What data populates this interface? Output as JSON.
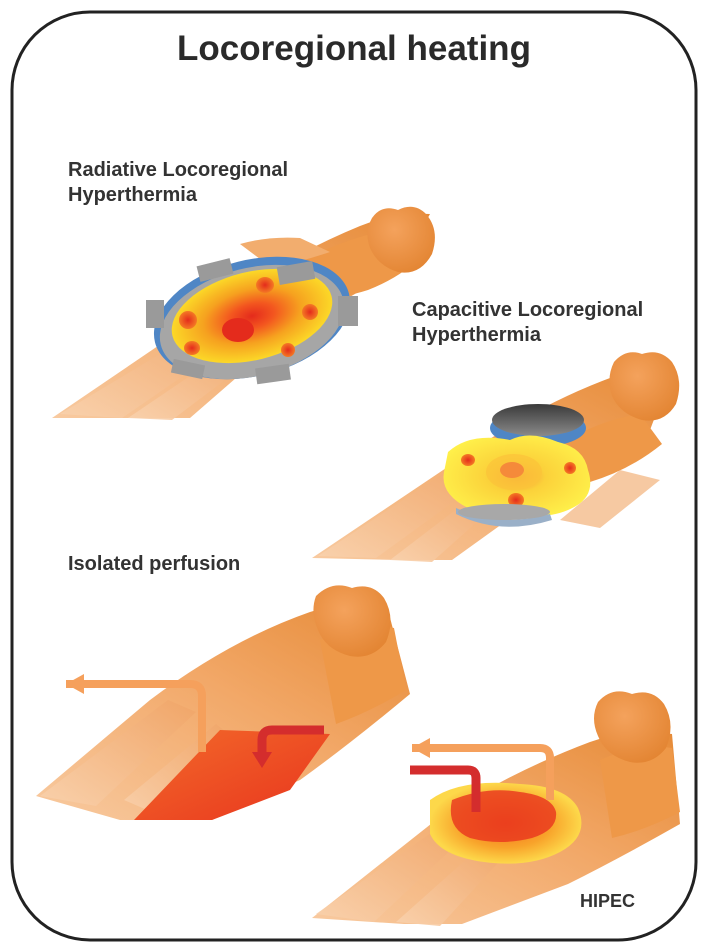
{
  "title": "Locoregional heating",
  "panels": {
    "radiative": {
      "label_line1": "Radiative Locoregional",
      "label_line2": "Hyperthermia"
    },
    "capacitive": {
      "label_line1": "Capacitive Locoregional",
      "label_line2": "Hyperthermia"
    },
    "perfusion": {
      "label": "Isolated perfusion"
    },
    "hipec": {
      "label": "HIPEC"
    }
  },
  "colors": {
    "frame": "#222222",
    "body_light": "#f6c496",
    "body_mid": "#f0a060",
    "body_dark": "#e0852f",
    "heat_red": "#e42b1c",
    "heat_orange": "#f58220",
    "heat_yellow": "#fde62a",
    "applicator_blue": "#4f86c5",
    "applicator_grey": "#9a9a9a",
    "tube_light": "#f5a05c",
    "tube_red": "#d42d2d"
  }
}
